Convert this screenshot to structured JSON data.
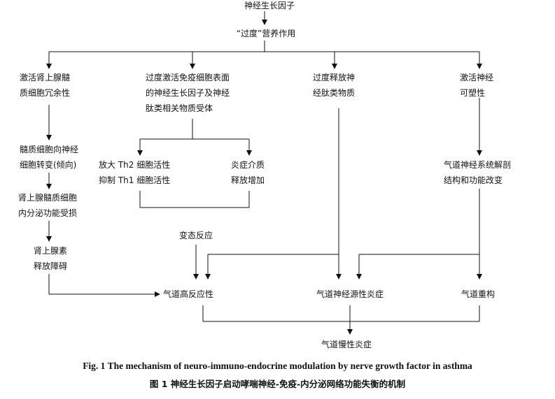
{
  "nodes": {
    "ngf": "神经生长因子",
    "overnutrition": "“过度”营养作用",
    "adrenal_excess": [
      "激活肾上腺髓",
      "质细胞冗余性"
    ],
    "receptor_activation": [
      "过度激活免疫细胞表面",
      "的神经生长因子及神经",
      "肽类相关物质受体"
    ],
    "neuropeptide_release": [
      "过度释放神",
      "经肽类物质"
    ],
    "neural_plasticity": [
      "激活神经",
      "可塑性"
    ],
    "medulla_transform": [
      "髓质细胞向神经",
      "细胞转变(倾向)"
    ],
    "th_balance": [
      "放大 Th2 细胞活性",
      "抑制 Th1 细胞活性"
    ],
    "inflammatory_mediators": [
      "炎症介质",
      "释放增加"
    ],
    "endocrine_damage": [
      "肾上腺髓质细胞",
      "内分泌功能受损"
    ],
    "allergic_reaction": "变态反应",
    "epinephrine_disorder": [
      "肾上腺素",
      "释放障碍"
    ],
    "neural_remodel": [
      "气道神经系统解剖",
      "结构和功能改变"
    ],
    "airway_hyperresponsiveness": "气道高反应性",
    "neurogenic_inflammation": "气道神经源性炎症",
    "airway_remodeling": "气道重构",
    "chronic_inflammation": "气道慢性炎症"
  },
  "caption": {
    "en": "Fig. 1   The mechanism of neuro-immuno-endocrine modulation by nerve growth factor in asthma",
    "zh": "图 1   神经生长因子启动哮喘神经-免疫-内分泌网络功能失衡的机制"
  }
}
